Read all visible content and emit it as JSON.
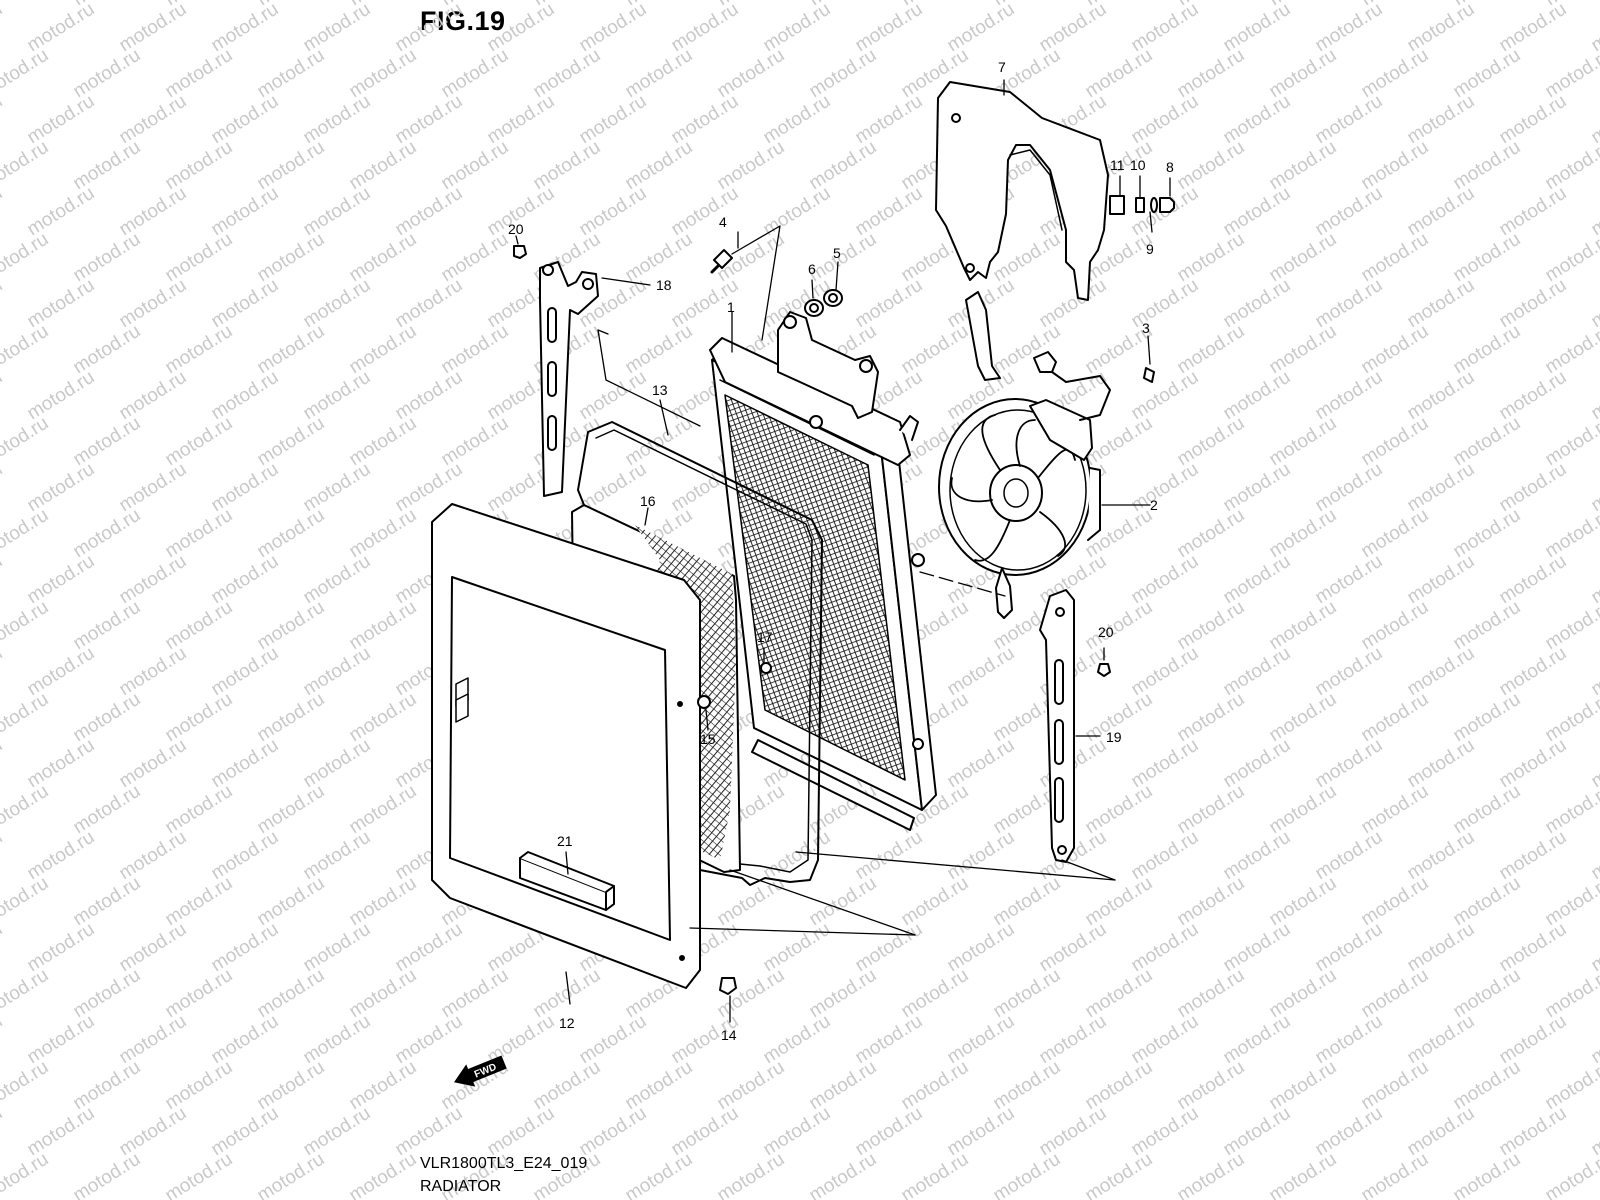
{
  "figure": {
    "title": "FIG.19",
    "model_code": "VLR1800TL3_E24_019",
    "section_name": "RADIATOR"
  },
  "watermark": {
    "text": "motod.ru",
    "color": "#c9c9c9"
  },
  "direction_badge": {
    "text": "FWD",
    "icon": "forward-arrow-icon"
  },
  "callouts": [
    {
      "id": "c1",
      "label": "1"
    },
    {
      "id": "c2",
      "label": "2"
    },
    {
      "id": "c3",
      "label": "3"
    },
    {
      "id": "c4",
      "label": "4"
    },
    {
      "id": "c5",
      "label": "5"
    },
    {
      "id": "c6",
      "label": "6"
    },
    {
      "id": "c7",
      "label": "7"
    },
    {
      "id": "c8",
      "label": "8"
    },
    {
      "id": "c9",
      "label": "9"
    },
    {
      "id": "c10",
      "label": "10"
    },
    {
      "id": "c11",
      "label": "11"
    },
    {
      "id": "c12",
      "label": "12"
    },
    {
      "id": "c13",
      "label": "13"
    },
    {
      "id": "c14",
      "label": "14"
    },
    {
      "id": "c15",
      "label": "15"
    },
    {
      "id": "c16",
      "label": "16"
    },
    {
      "id": "c17",
      "label": "17"
    },
    {
      "id": "c18",
      "label": "18"
    },
    {
      "id": "c19",
      "label": "19"
    },
    {
      "id": "c20a",
      "label": "20"
    },
    {
      "id": "c20b",
      "label": "20"
    },
    {
      "id": "c21",
      "label": "21"
    }
  ]
}
